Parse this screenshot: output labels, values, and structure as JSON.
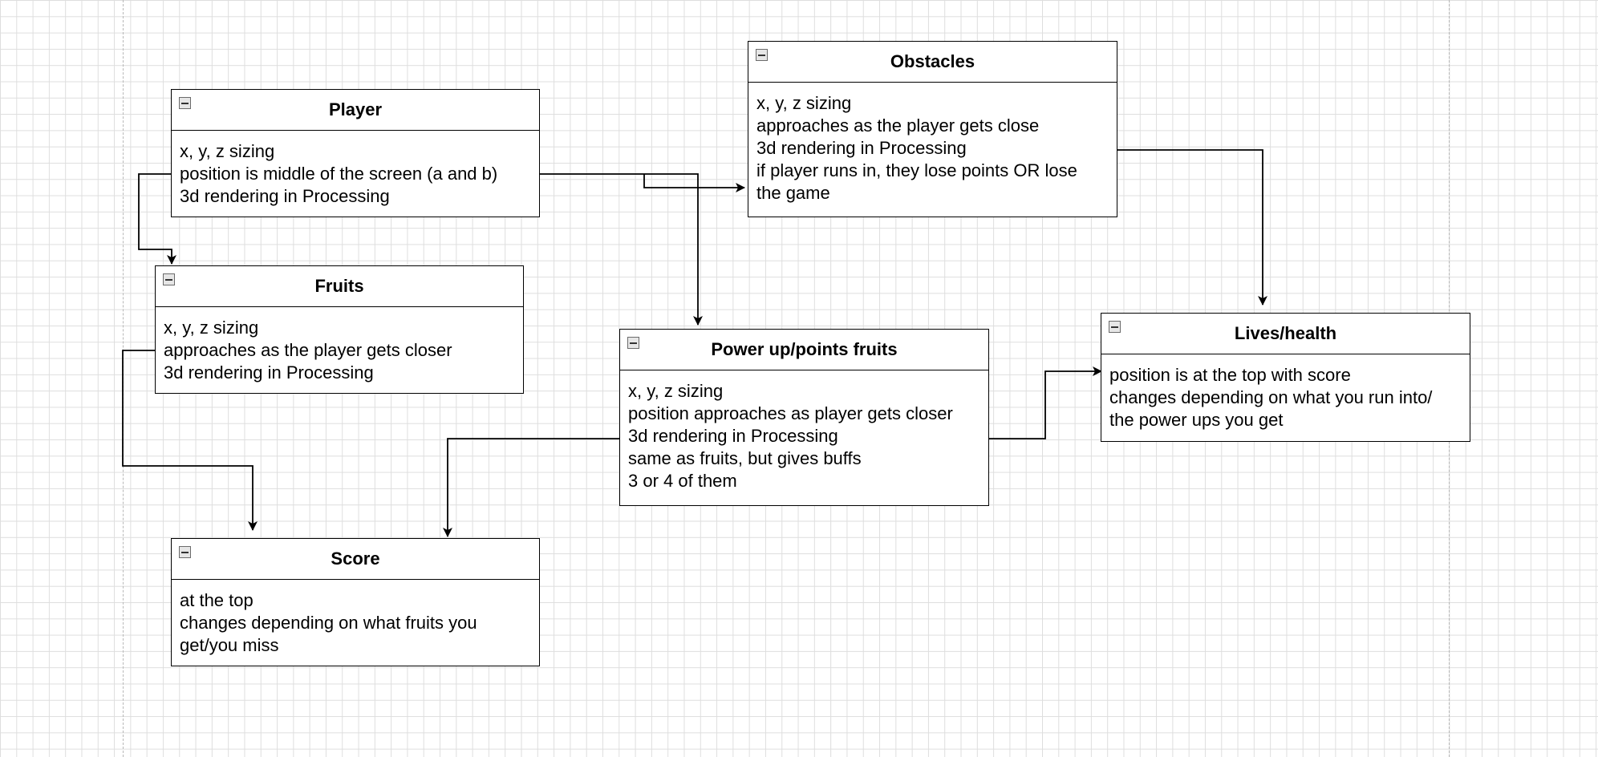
{
  "nodes": {
    "player": {
      "title": "Player",
      "lines": [
        "x, y, z sizing",
        "position is middle of the screen (a and b)",
        "3d rendering in Processing"
      ]
    },
    "obstacles": {
      "title": "Obstacles",
      "lines": [
        "x, y, z sizing",
        "approaches as the player gets close",
        "3d rendering in Processing",
        "if player runs in, they lose points OR lose",
        "the game"
      ]
    },
    "fruits": {
      "title": "Fruits",
      "lines": [
        "x, y, z sizing",
        "approaches as the player gets closer",
        "3d rendering in Processing"
      ]
    },
    "powerup": {
      "title": "Power up/points fruits",
      "lines": [
        "x, y, z sizing",
        "position approaches as player gets closer",
        "3d rendering in Processing",
        "same as fruits, but gives buffs",
        "3 or 4 of them"
      ]
    },
    "lives": {
      "title": "Lives/health",
      "lines": [
        "position is at the top with score",
        "changes depending on what you run into/",
        "the power ups you get"
      ]
    },
    "score": {
      "title": "Score",
      "lines": [
        "at the top",
        "changes depending on what fruits you",
        "get/you miss"
      ]
    }
  }
}
